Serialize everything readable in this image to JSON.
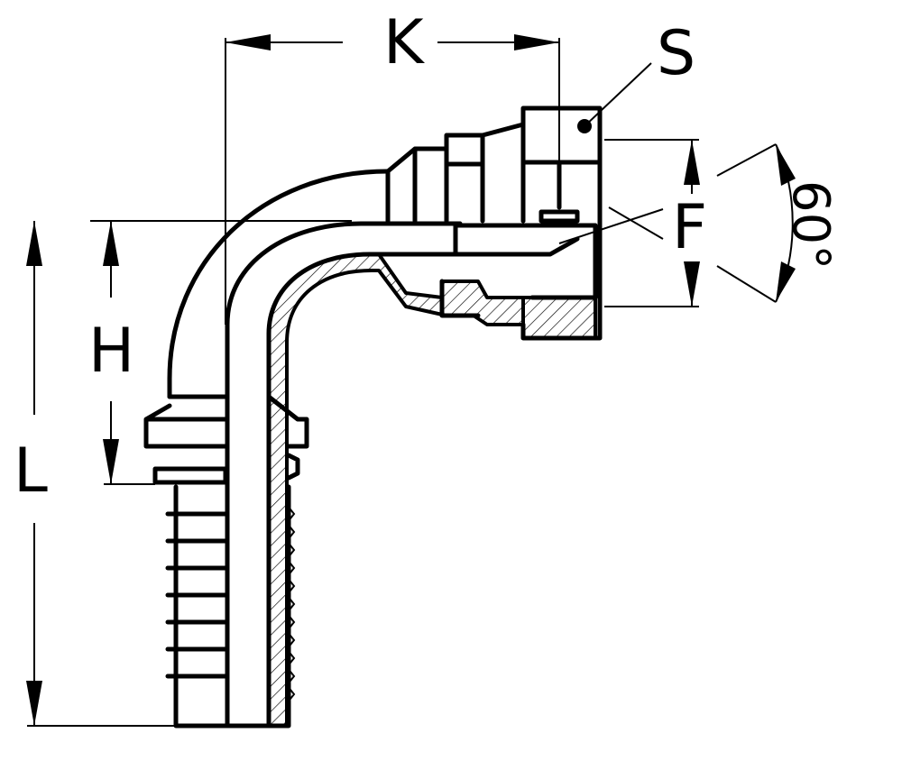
{
  "labels": {
    "K": "K",
    "S": "S",
    "F": "F",
    "H": "H",
    "L": "L",
    "angle": "60°"
  }
}
